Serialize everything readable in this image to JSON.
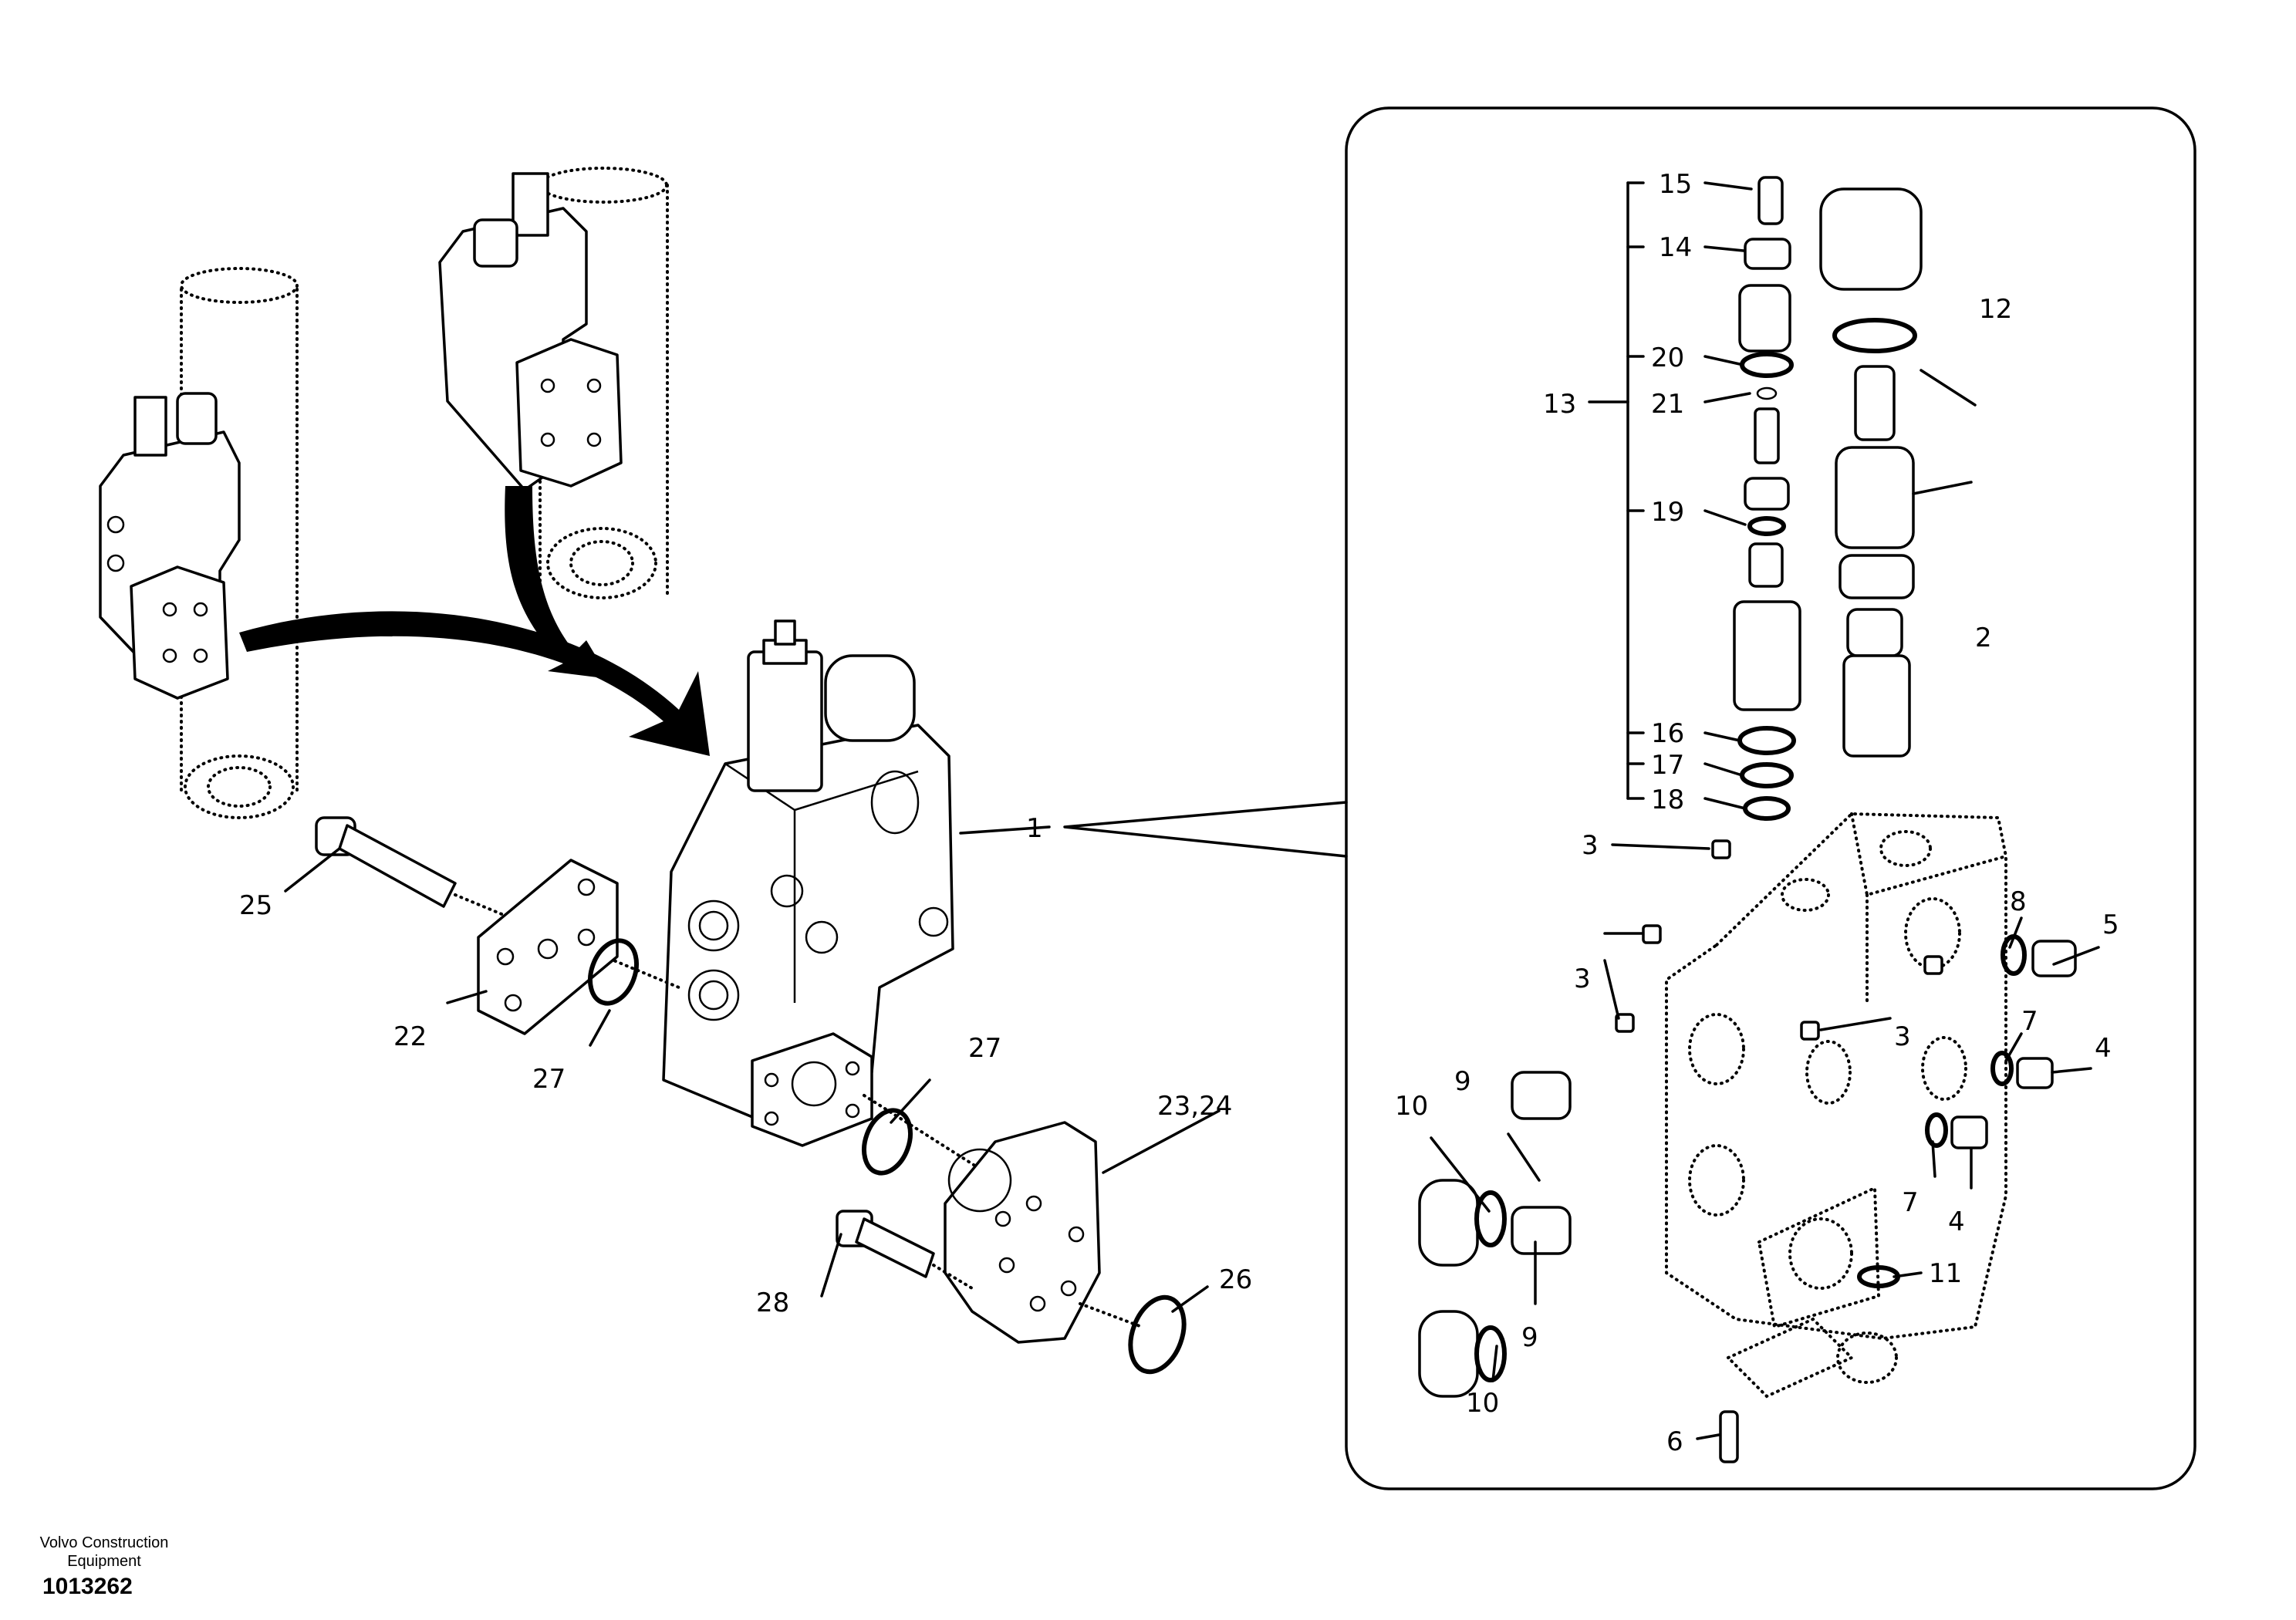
{
  "callouts": {
    "c1": "1",
    "c2": "2",
    "c3a": "3",
    "c3b": "3",
    "c3c": "3",
    "c4a": "4",
    "c4b": "4",
    "c5": "5",
    "c6": "6",
    "c7a": "7",
    "c7b": "7",
    "c8": "8",
    "c9a": "9",
    "c9b": "9",
    "c10a": "10",
    "c10b": "10",
    "c11": "11",
    "c12": "12",
    "c13": "13",
    "c14": "14",
    "c15": "15",
    "c16": "16",
    "c17": "17",
    "c18": "18",
    "c19": "19",
    "c20": "20",
    "c21": "21",
    "c22": "22",
    "c2324": "23,24",
    "c25": "25",
    "c26": "26",
    "c27a": "27",
    "c27b": "27",
    "c28": "28"
  },
  "footer": {
    "company_line1": "Volvo Construction",
    "company_line2": "Equipment",
    "drawing_number": "1013262"
  }
}
